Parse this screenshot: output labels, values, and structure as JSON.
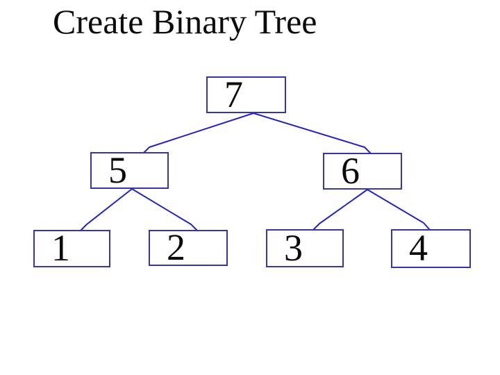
{
  "slide": {
    "title": "Create Binary Tree"
  },
  "colors": {
    "background": "#ffffff",
    "text": "#0a0a0a",
    "node_border": "#3434ae",
    "edge": "#2323c0"
  },
  "diagram": {
    "type": "binary-tree",
    "root": "7",
    "nodes": [
      {
        "id": "7",
        "label": "7",
        "parent": null,
        "level": 0
      },
      {
        "id": "5",
        "label": "5",
        "parent": "7",
        "level": 1
      },
      {
        "id": "6",
        "label": "6",
        "parent": "7",
        "level": 1
      },
      {
        "id": "1",
        "label": "1",
        "parent": "5",
        "level": 2
      },
      {
        "id": "2",
        "label": "2",
        "parent": "5",
        "level": 2
      },
      {
        "id": "3",
        "label": "3",
        "parent": "6",
        "level": 2
      },
      {
        "id": "4",
        "label": "4",
        "parent": "6",
        "level": 2
      }
    ],
    "edges": [
      {
        "from": "7",
        "to": "5"
      },
      {
        "from": "7",
        "to": "6"
      },
      {
        "from": "5",
        "to": "1"
      },
      {
        "from": "5",
        "to": "2"
      },
      {
        "from": "6",
        "to": "3"
      },
      {
        "from": "6",
        "to": "4"
      }
    ]
  }
}
